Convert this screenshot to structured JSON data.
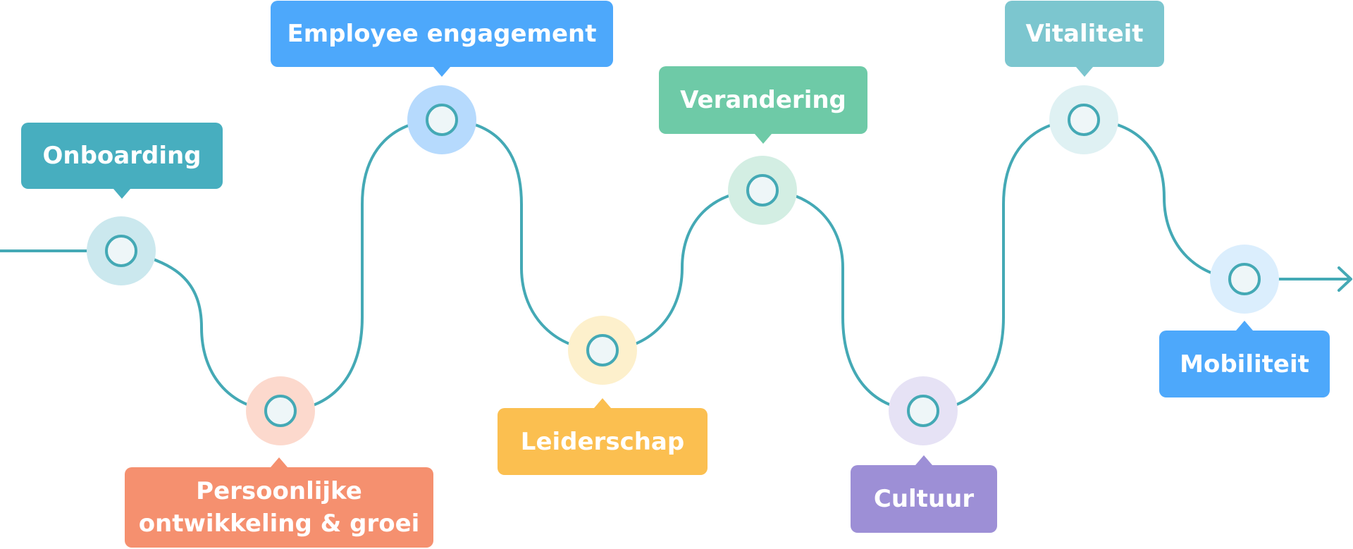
{
  "colors": {
    "line": "#44a9b5",
    "node_fill": "#eef6f8"
  },
  "steps": [
    {
      "label": "Onboarding",
      "color": "#47aebf",
      "halo": "#cbe8ee"
    },
    {
      "label_line1": "Persoonlijke",
      "label_line2": "ontwikkeling & groei",
      "color": "#f5906f",
      "halo": "#fcd9cd"
    },
    {
      "label": "Employee engagement",
      "color": "#4da8fb",
      "halo": "#b6dafd"
    },
    {
      "label": "Leiderschap",
      "color": "#fbbf50",
      "halo": "#fdf0cc"
    },
    {
      "label": "Verandering",
      "color": "#6ecaa7",
      "halo": "#d3eee3"
    },
    {
      "label": "Cultuur",
      "color": "#9d8fd6",
      "halo": "#e6e2f5"
    },
    {
      "label": "Vitaliteit",
      "color": "#7cc6cf",
      "halo": "#dff1f3"
    },
    {
      "label": "Mobiliteit",
      "color": "#4da8fb",
      "halo": "#dbeefd"
    }
  ]
}
